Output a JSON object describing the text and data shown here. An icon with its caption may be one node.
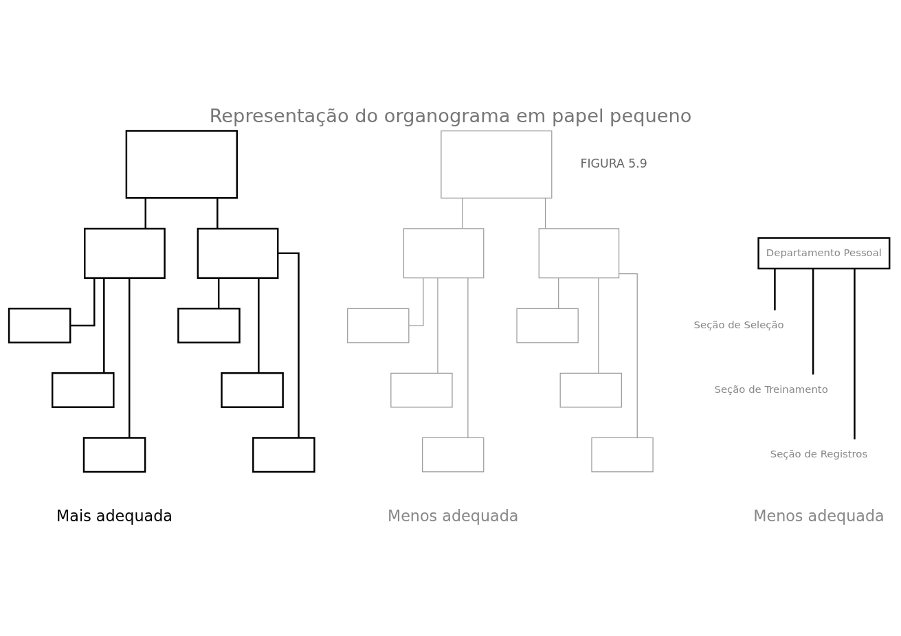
{
  "diagram": {
    "title": "Representação do organograma em papel pequeno",
    "nodes": [
      {
        "text": [],
        "shape": "box"
      },
      {
        "text": [],
        "shape": "box"
      },
      {
        "text": [],
        "shape": "box"
      },
      {
        "text": [],
        "shape": "box"
      },
      {
        "text": [],
        "shape": "box"
      },
      {
        "text": [],
        "shape": "box"
      },
      {
        "text": [],
        "shape": "box"
      },
      {
        "text": [],
        "shape": "box"
      },
      {
        "text": [],
        "shape": "box"
      },
      {
        "text": [],
        "shape": "box"
      },
      {
        "text": [],
        "shape": "box"
      },
      {
        "text": [],
        "shape": "box"
      },
      {
        "text": [],
        "shape": "box"
      },
      {
        "text": [],
        "shape": "box"
      },
      {
        "text": [],
        "shape": "box"
      },
      {
        "text": [],
        "shape": "box"
      },
      {
        "text": [],
        "shape": "box"
      },
      {
        "text": [],
        "shape": "box"
      },
      {
        "text": [
          "Departamento Pessoal"
        ]
      },
      {
        "text": [
          "Seção de Seleção"
        ]
      },
      {
        "text": [
          "Seção de Treinamento"
        ]
      },
      {
        "text": [
          "Seção de Registros"
        ]
      }
    ],
    "edges": [
      {
        "from": 0,
        "to": 1,
        "arrow": "none"
      },
      {
        "from": 0,
        "to": 2,
        "arrow": "none"
      },
      {
        "from": 1,
        "to": 3,
        "arrow": "none"
      },
      {
        "from": 1,
        "to": 4,
        "arrow": "none"
      },
      {
        "from": 1,
        "to": 5,
        "arrow": "none"
      },
      {
        "from": 2,
        "to": 6,
        "arrow": "none"
      },
      {
        "from": 2,
        "to": 7,
        "arrow": "none"
      },
      {
        "from": 2,
        "to": 8,
        "arrow": "none"
      },
      {
        "from": 9,
        "to": 10,
        "arrow": "none",
        "color": "#999999"
      },
      {
        "from": 9,
        "to": 11,
        "arrow": "none",
        "color": "#999999"
      },
      {
        "from": 10,
        "to": 12,
        "arrow": "none",
        "color": "#999999"
      },
      {
        "from": 10,
        "to": 13,
        "arrow": "none",
        "color": "#999999"
      },
      {
        "from": 10,
        "to": 14,
        "arrow": "none",
        "color": "#999999"
      },
      {
        "from": 11,
        "to": 15,
        "arrow": "none",
        "color": "#999999"
      },
      {
        "from": 11,
        "to": 16,
        "arrow": "none",
        "color": "#999999"
      },
      {
        "from": 11,
        "to": 17,
        "arrow": "none",
        "color": "#999999"
      },
      {
        "from": 18,
        "to": 19,
        "arrow": "none"
      },
      {
        "from": 18,
        "to": 20,
        "arrow": "none"
      },
      {
        "from": 18,
        "to": 21,
        "arrow": "none"
      }
    ],
    "labels": [
      "FIGURA 5.9",
      "Mais adequada",
      "Menos adequada",
      "Menos adequada"
    ]
  }
}
